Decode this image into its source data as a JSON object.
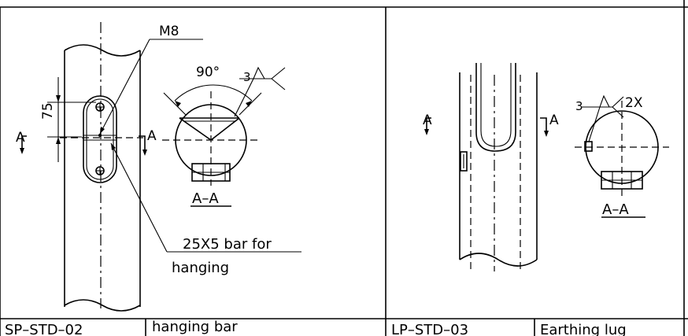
{
  "left_panel": {
    "thread_label": "M8",
    "angle_label": "90°",
    "weld_label": "3",
    "section_marker": "A",
    "dimension_label": "75",
    "section_title": "A–A",
    "bar_note_line1": "25X5 bar for",
    "bar_note_line2": "hanging",
    "drawing_code": "SP–STD–02",
    "drawing_title": "hanging bar"
  },
  "right_panel": {
    "weld_label": "3",
    "weld_count": "2X",
    "section_marker": "A",
    "section_title": "A–A",
    "drawing_code": "LP–STD–03",
    "drawing_title": "Earthing lug"
  }
}
